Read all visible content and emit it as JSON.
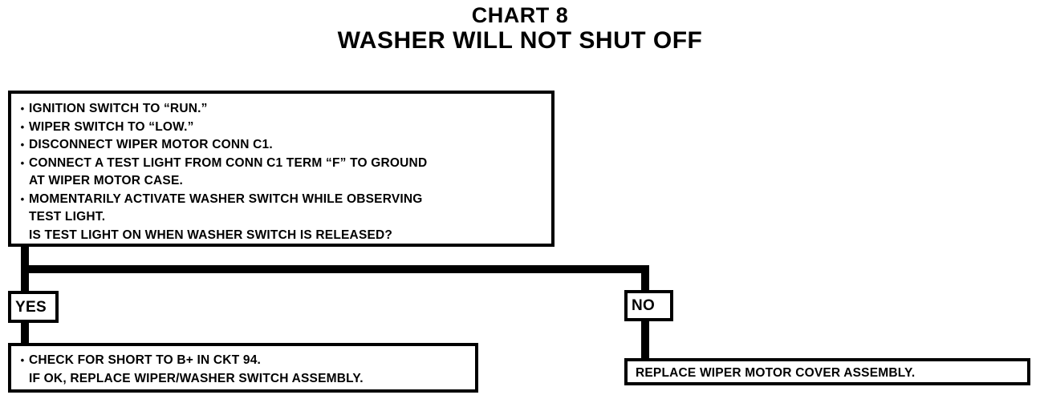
{
  "title": {
    "line1": "CHART 8",
    "line2": "WASHER WILL NOT SHUT OFF"
  },
  "main_box": {
    "lines": [
      {
        "bullet": true,
        "text": "IGNITION SWITCH TO “RUN.”"
      },
      {
        "bullet": true,
        "text": "WIPER SWITCH TO “LOW.”"
      },
      {
        "bullet": true,
        "text": "DISCONNECT WIPER MOTOR CONN C1."
      },
      {
        "bullet": true,
        "text": "CONNECT A TEST LIGHT FROM CONN C1 TERM “F” TO GROUND"
      },
      {
        "bullet": false,
        "text": "AT WIPER MOTOR CASE."
      },
      {
        "bullet": true,
        "text": "MOMENTARILY ACTIVATE WASHER SWITCH WHILE OBSERVING"
      },
      {
        "bullet": false,
        "text": "TEST LIGHT."
      },
      {
        "bullet": false,
        "text": "IS TEST LIGHT ON WHEN WASHER SWITCH IS RELEASED?"
      }
    ]
  },
  "decisions": {
    "yes_label": "YES",
    "no_label": "NO"
  },
  "result_yes": {
    "lines": [
      {
        "bullet": true,
        "text": "CHECK FOR SHORT TO B+ IN CKT 94."
      },
      {
        "bullet": false,
        "text": "IF OK, REPLACE WIPER/WASHER SWITCH ASSEMBLY."
      }
    ]
  },
  "result_no": {
    "text": "REPLACE WIPER MOTOR COVER ASSEMBLY."
  },
  "bullet_glyph": "•",
  "colors": {
    "ink": "#000000",
    "paper": "#ffffff"
  }
}
